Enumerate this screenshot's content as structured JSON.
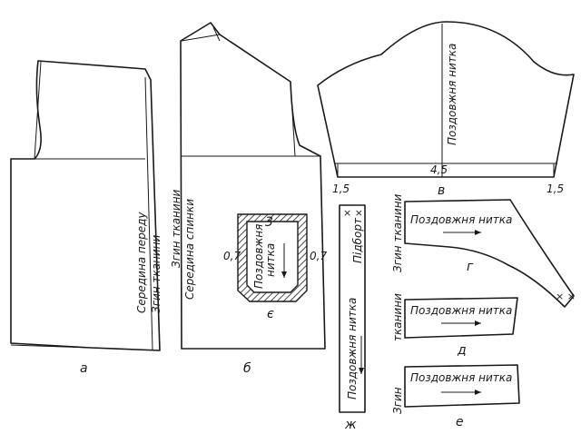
{
  "front": {
    "letter": "а",
    "center_label": "Середина переду",
    "fold_label": "Згин тканини"
  },
  "back": {
    "letter": "б",
    "center_label": "Середина спинки",
    "fold_label": "Згин тканини"
  },
  "sleeve": {
    "letter": "в",
    "grain_label": "Поздовжня нитка",
    "dim_center": "4,5",
    "dim_left": "1,5",
    "dim_right": "1,5"
  },
  "pocket": {
    "letter": "є",
    "grain_label_line1": "Поздовжня",
    "grain_label_line2": "нитка",
    "dim_top": "3",
    "dim_left": "0,7",
    "dim_right": "0,7"
  },
  "strip": {
    "letter": "ж",
    "grain_label": "Поздовжня нитка",
    "hem_label": "Підборт",
    "marks": "× ×"
  },
  "collar": {
    "letter": "г",
    "grain_label": "Поздовжня нитка",
    "fold_label": "Згин тканини",
    "marks": "× ×"
  },
  "cuff_d": {
    "letter": "д",
    "grain_label": "Поздовжня нитка",
    "fold_label": "тканини"
  },
  "cuff_e": {
    "letter": "е",
    "grain_label": "Поздовжня нитка",
    "fold_label": "Згин"
  }
}
